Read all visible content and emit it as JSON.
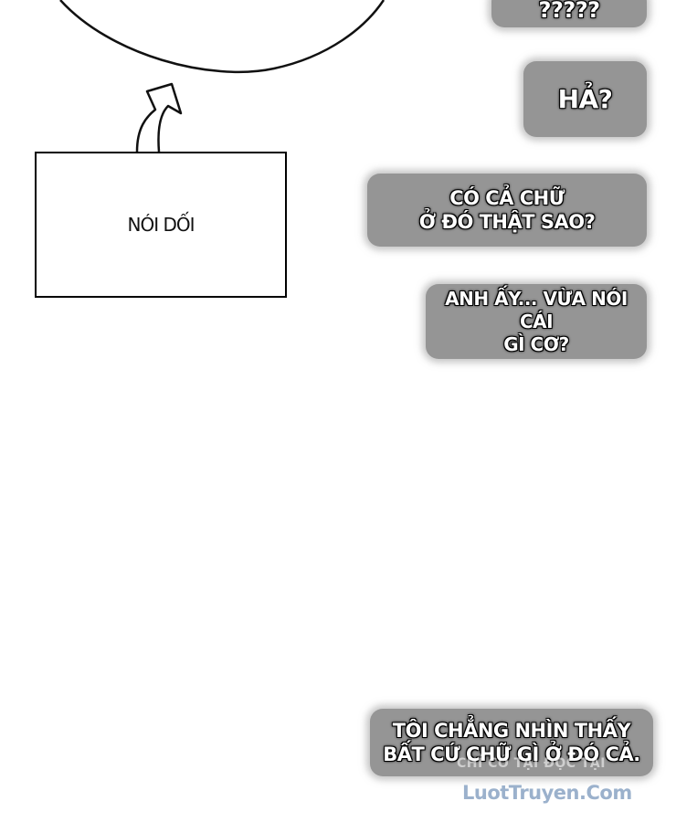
{
  "bubbles": {
    "top": "?????",
    "ha": "HẢ?",
    "co_ca_chu": "CÓ CẢ CHỮ\nỞ ĐÓ THẬT SAO?",
    "anh_ay": "ANH ẤY... VỪA NÓI CÁI\nGÌ CƠ?",
    "toi_chang": "TÔI CHẲNG NHÌN THẤY\nBẤT CỨ CHỮ GÌ Ở ĐÓ CẢ."
  },
  "caption": {
    "text": "NÓI DỐI"
  },
  "watermark": {
    "small": "CHỈ CÓ TẠI ĐỌC TẠI",
    "site": "LuotTruyen.Com"
  },
  "colors": {
    "bubble": "#959595",
    "watermark": "#9bb1cc"
  }
}
